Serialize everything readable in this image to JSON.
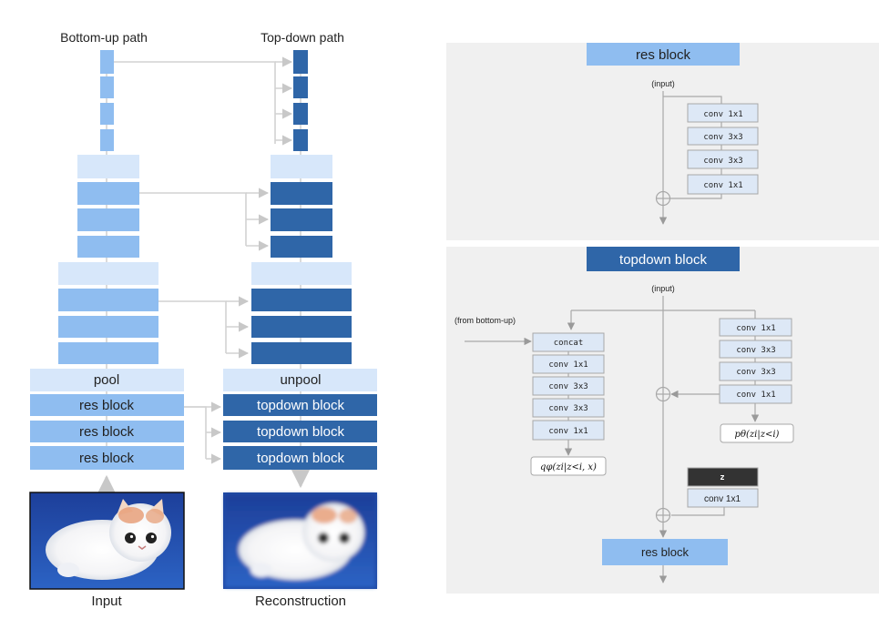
{
  "colors": {
    "light_blue": "#8fbdf0",
    "pale_blue": "#d7e7fa",
    "dark_blue": "#2f66a8",
    "panel_gray": "#f0f0f0",
    "arrow_gray": "#c8c8c8",
    "conv_fill": "#dde8f6",
    "z_fill": "#333333"
  },
  "left": {
    "bottom_up_label": "Bottom-up path",
    "top_down_label": "Top-down path",
    "pool_label": "pool",
    "unpool_label": "unpool",
    "res_block_label": "res block",
    "topdown_block_label": "topdown block",
    "input_caption": "Input",
    "reconstruction_caption": "Reconstruction",
    "input_image": "kitten-photo",
    "reconstruction_image": "blurred-kitten-photo"
  },
  "res_panel": {
    "title": "res block",
    "input_label": "(input)",
    "convs": [
      "conv 1x1",
      "conv 3x3",
      "conv 3x3",
      "conv 1x1"
    ]
  },
  "topdown_panel": {
    "title": "topdown block",
    "input_label": "(input)",
    "from_label": "(from bottom-up)",
    "left_stack": [
      "concat",
      "conv 1x1",
      "conv 3x3",
      "conv 3x3",
      "conv 1x1"
    ],
    "right_stack": [
      "conv 1x1",
      "conv 3x3",
      "conv 3x3",
      "conv 1x1"
    ],
    "q_formula": "qφ(zi|z<i, x)",
    "p_formula": "pθ(zi|z<i)",
    "z_label": "z",
    "conv_1x1_label": "conv 1x1",
    "res_block_label": "res block"
  }
}
